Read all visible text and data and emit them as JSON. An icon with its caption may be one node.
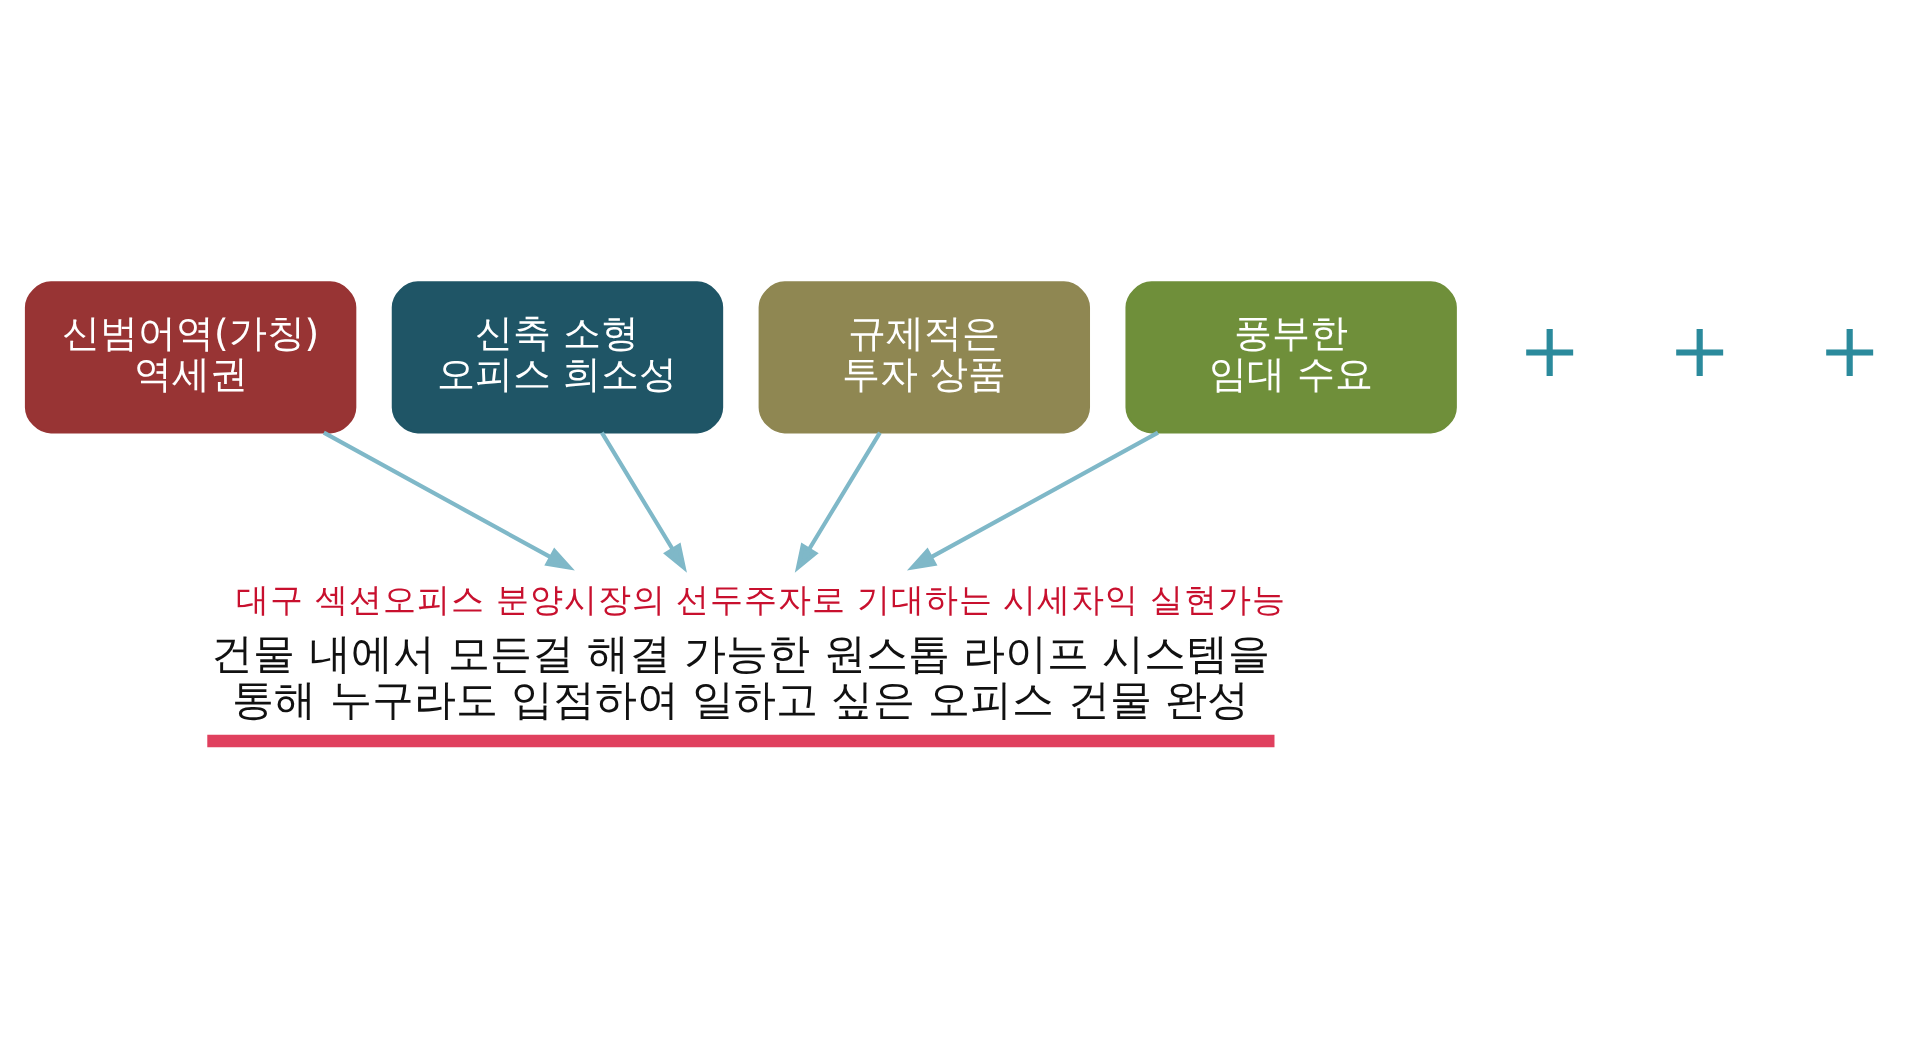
{
  "diagram": {
    "nodes": [
      {
        "text": [
          "신범어역(가칭) 역세권"
        ]
      },
      {
        "text": [
          "신축 소형 오피스 희소성"
        ]
      },
      {
        "text": [
          "규제적은 투자 상품"
        ]
      },
      {
        "text": [
          "풍부한 임대 수요"
        ]
      },
      {
        "text": [
          "대구 섹션오피스 분양시장의 선두주자로 기대하는 시세차익 실현가능",
          "건물 내에서 모든걸 해결 가능한 원스톱 라이프 시스템을 통해 누구라도 입점하여 일하고 싶은 오피스 건물 완성"
        ]
      }
    ],
    "edges": [
      {
        "from": 0,
        "to": 4,
        "arrow": "to"
      },
      {
        "from": 1,
        "to": 4,
        "arrow": "to"
      },
      {
        "from": 2,
        "to": 4,
        "arrow": "to"
      },
      {
        "from": 3,
        "to": 4,
        "arrow": "to"
      }
    ],
    "labels": [
      "+",
      "+",
      "+"
    ]
  }
}
